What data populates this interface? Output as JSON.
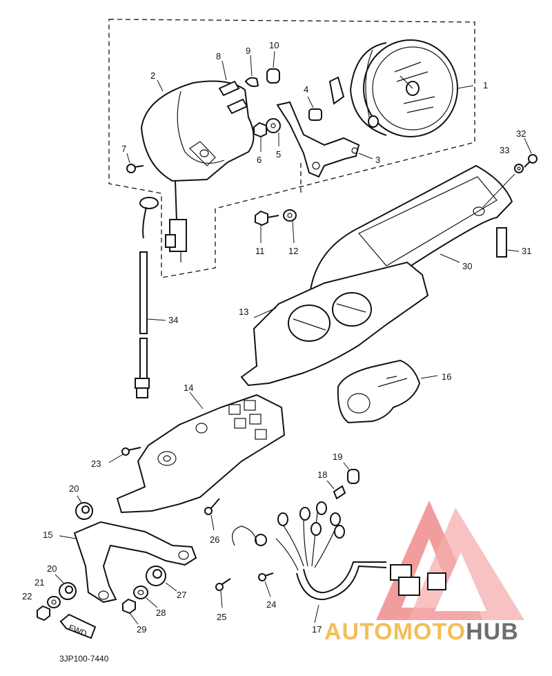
{
  "diagram": {
    "drawing_code": "3JP100-7440",
    "fwd_label": "FWD",
    "brand": {
      "part1": "AUTO",
      "part2": "MOTO",
      "part3": "HUB",
      "color_primary": "#f2b33d",
      "color_secondary": "#e06060",
      "color_dark": "#444444"
    },
    "callouts": [
      {
        "id": "c1",
        "label": "1"
      },
      {
        "id": "c2",
        "label": "2"
      },
      {
        "id": "c3",
        "label": "3"
      },
      {
        "id": "c4",
        "label": "4"
      },
      {
        "id": "c5",
        "label": "5"
      },
      {
        "id": "c6",
        "label": "6"
      },
      {
        "id": "c7",
        "label": "7"
      },
      {
        "id": "c8",
        "label": "8"
      },
      {
        "id": "c9",
        "label": "9"
      },
      {
        "id": "c10",
        "label": "10"
      },
      {
        "id": "c11",
        "label": "11"
      },
      {
        "id": "c12",
        "label": "12"
      },
      {
        "id": "c13",
        "label": "13"
      },
      {
        "id": "c14",
        "label": "14"
      },
      {
        "id": "c15",
        "label": "15"
      },
      {
        "id": "c16",
        "label": "16"
      },
      {
        "id": "c17",
        "label": "17"
      },
      {
        "id": "c18",
        "label": "18"
      },
      {
        "id": "c19",
        "label": "19"
      },
      {
        "id": "c20a",
        "label": "20"
      },
      {
        "id": "c20b",
        "label": "20"
      },
      {
        "id": "c21",
        "label": "21"
      },
      {
        "id": "c22",
        "label": "22"
      },
      {
        "id": "c23",
        "label": "23"
      },
      {
        "id": "c24",
        "label": "24"
      },
      {
        "id": "c25",
        "label": "25"
      },
      {
        "id": "c26",
        "label": "26"
      },
      {
        "id": "c27",
        "label": "27"
      },
      {
        "id": "c28",
        "label": "28"
      },
      {
        "id": "c29",
        "label": "29"
      },
      {
        "id": "c30",
        "label": "30"
      },
      {
        "id": "c31",
        "label": "31"
      },
      {
        "id": "c32",
        "label": "32"
      },
      {
        "id": "c33",
        "label": "33"
      },
      {
        "id": "c34",
        "label": "34"
      }
    ]
  }
}
